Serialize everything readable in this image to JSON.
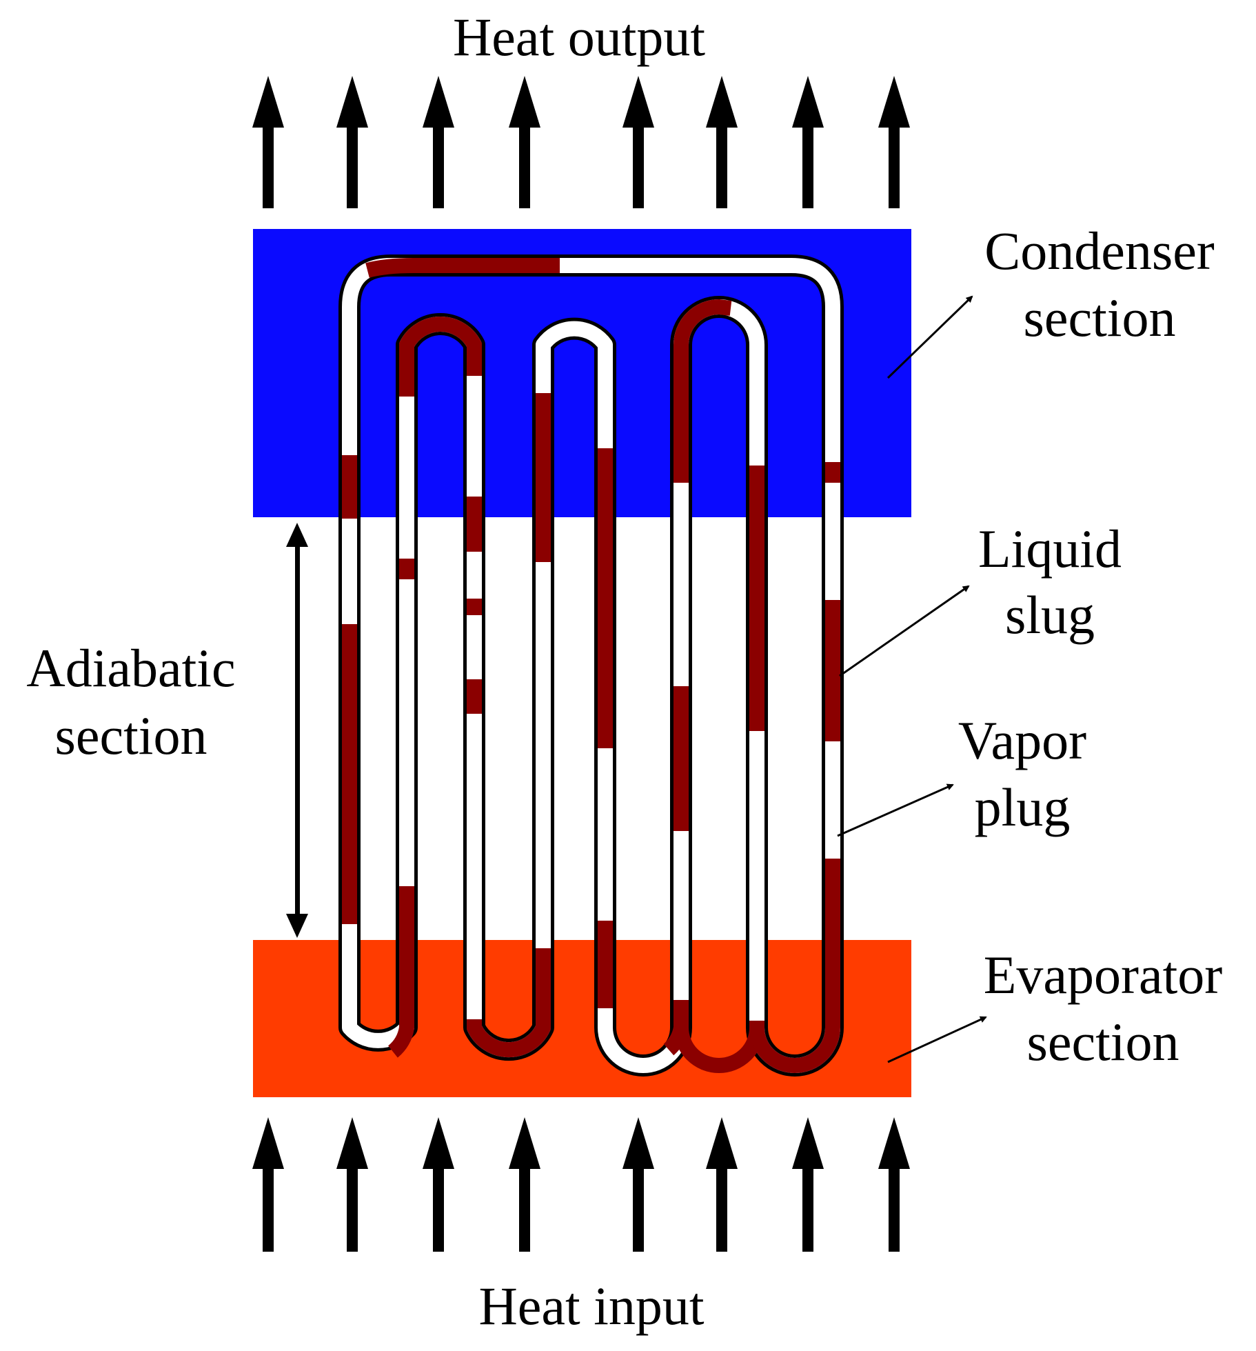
{
  "labels": {
    "heat_output": "Heat output",
    "heat_input": "Heat input",
    "condenser": [
      "Condenser",
      "section"
    ],
    "adiabatic": [
      "Adiabatic",
      "section"
    ],
    "liquid_slug": [
      "Liquid",
      "slug"
    ],
    "vapor_plug": [
      "Vapor",
      "plug"
    ],
    "evaporator": [
      "Evaporator",
      "section"
    ]
  },
  "colors": {
    "condenser": "#0a0aff",
    "evaporator": "#ff3c00",
    "liquid": "#8b0000",
    "vapor": "#ffffff",
    "outline": "#000000"
  }
}
